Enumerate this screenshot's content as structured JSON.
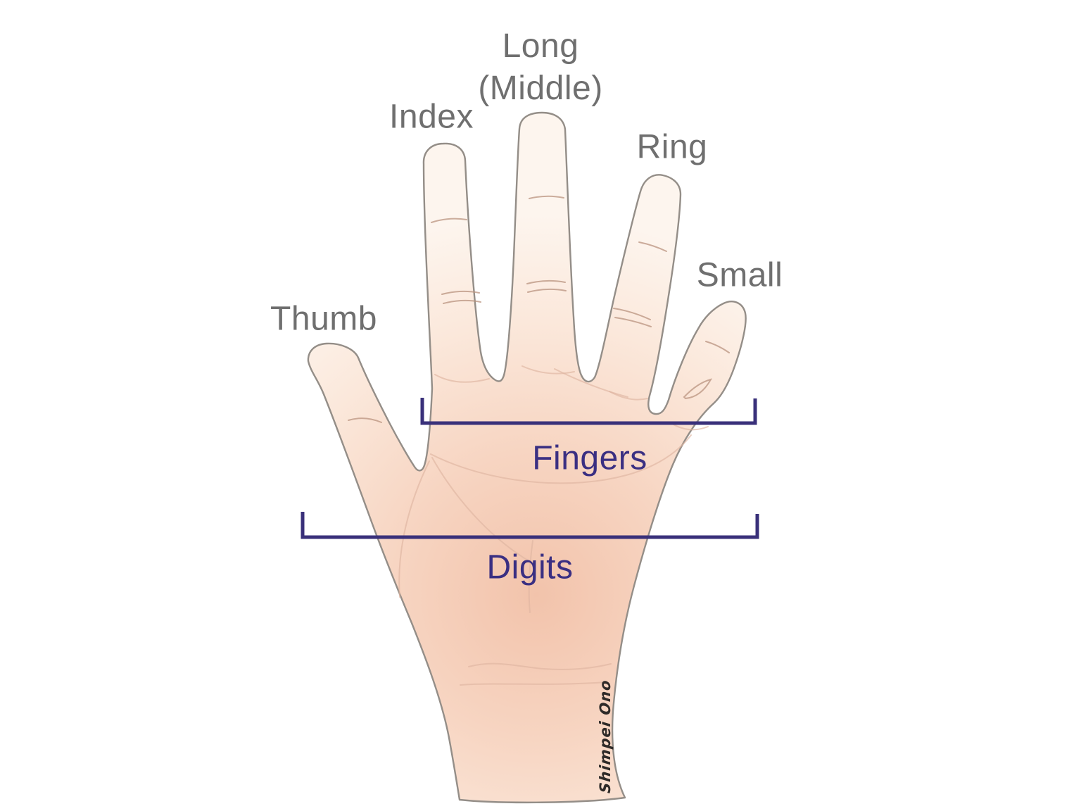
{
  "finger_labels": {
    "thumb": "Thumb",
    "index": "Index",
    "long": {
      "line1": "Long",
      "line2": "(Middle)"
    },
    "ring": "Ring",
    "small": "Small"
  },
  "measure_labels": {
    "fingers": "Fingers",
    "digits": "Digits"
  },
  "signature": "Shimpei Ono",
  "colors": {
    "background": "#ffffff",
    "label_gray": "#6f6f6f",
    "annotation_navy": "#3a2f82",
    "bracket_navy": "#39307a",
    "outline_gray": "#948e88",
    "crease_brown": "#b9937f",
    "palm_line": "#dfb6a1",
    "skin_deep": "#f2c3ab",
    "skin_mid": "#f7d5c2",
    "skin_light": "#fbe8db",
    "skin_pale": "#fdf5ee",
    "signature_ink": "#2e2a28"
  }
}
